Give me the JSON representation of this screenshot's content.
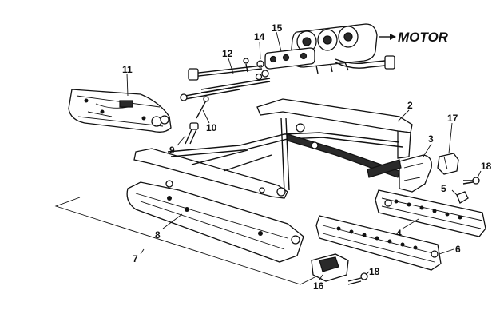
{
  "diagram": {
    "motor_label": "MOTOR",
    "callouts": {
      "c2": "2",
      "c3": "3",
      "c4": "4",
      "c5": "5",
      "c6": "6",
      "c7": "7",
      "c8": "8",
      "c9": "9",
      "c10": "10",
      "c11": "11",
      "c12": "12",
      "c14": "14",
      "c15": "15",
      "c16": "16",
      "c17": "17",
      "c18a": "18",
      "c18b": "18"
    }
  }
}
